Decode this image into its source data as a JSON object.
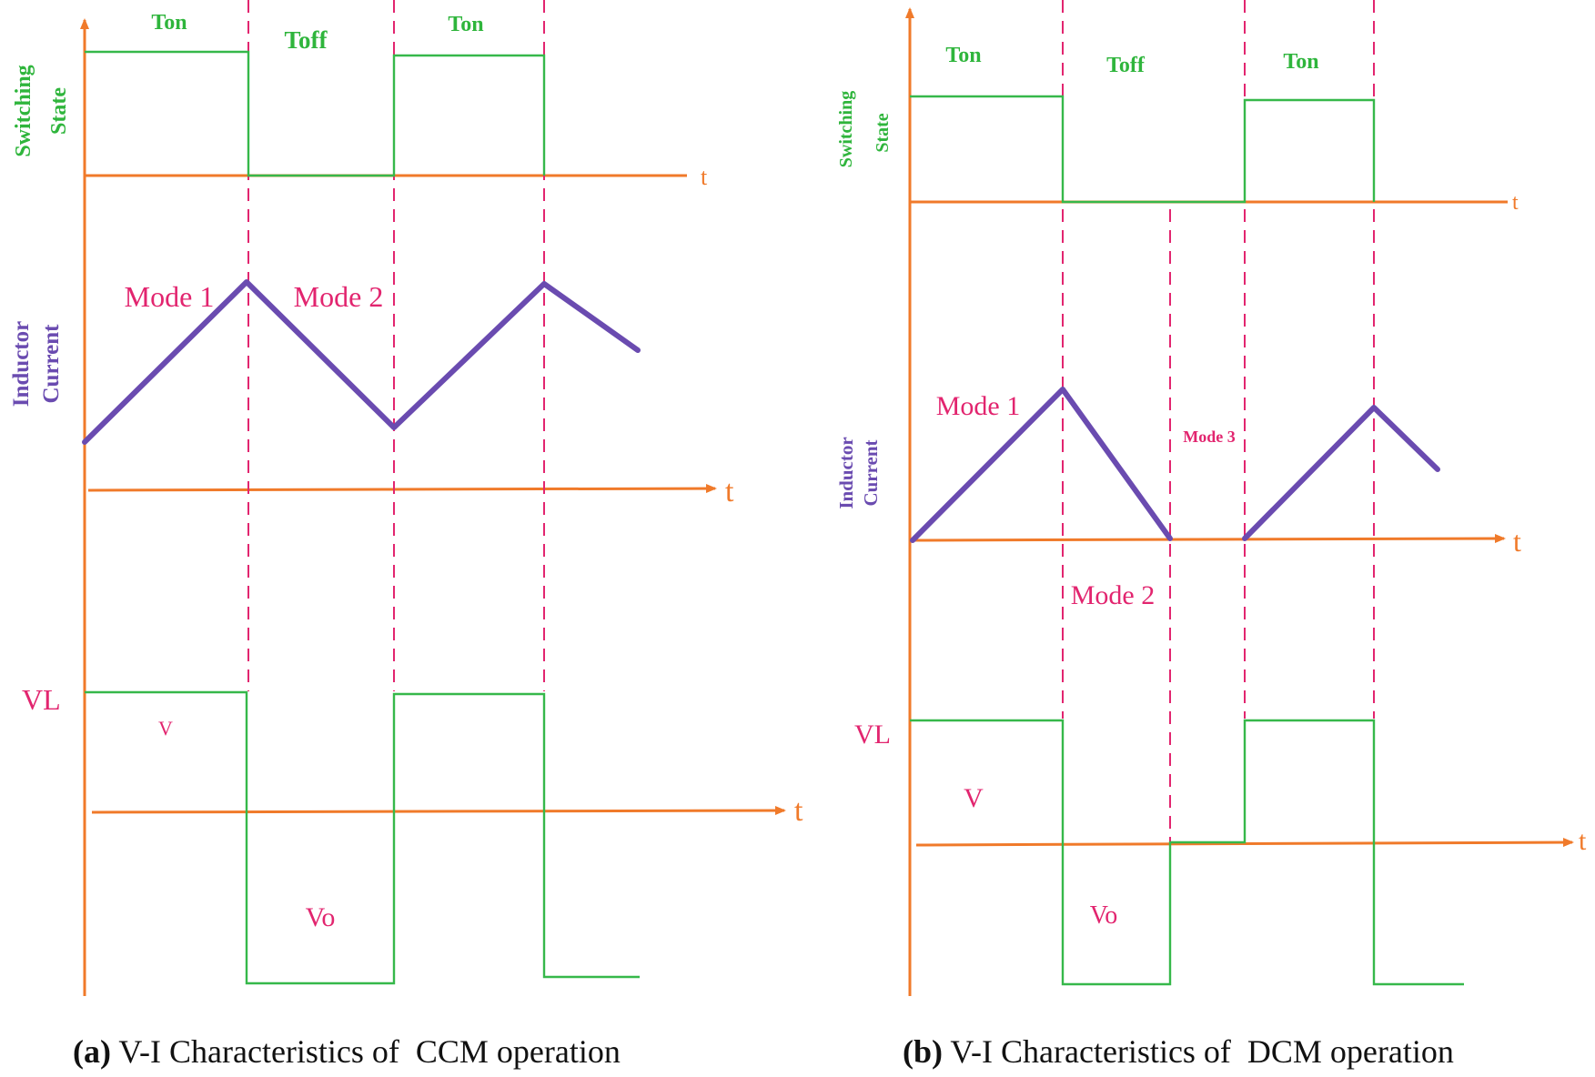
{
  "colors": {
    "switching": "#36b84a",
    "axis": "#f07a2a",
    "guides": "#e2256f",
    "inductor": "#6a4bb0"
  },
  "panel_a": {
    "caption_tag": "(a)",
    "caption_text": " V-I Characteristics of  CCM operation",
    "switching_label_1": "Switching",
    "switching_label_2": "State",
    "current_label_1": "Inductor",
    "current_label_2": "Current",
    "ton_1": "Ton",
    "toff": "Toff",
    "ton_2": "Ton",
    "mode_1": "Mode 1",
    "mode_2": "Mode 2",
    "vl": "VL",
    "v": "V",
    "vo": "Vo",
    "t_1": "t",
    "t_2": "t",
    "t_3": "t"
  },
  "panel_b": {
    "caption_tag": "(b)",
    "caption_text": " V-I Characteristics of  DCM operation",
    "switching_label_1": "Switching",
    "switching_label_2": "State",
    "current_label_1": "Inductor",
    "current_label_2": "Current",
    "ton_1": "Ton",
    "toff": "Toff",
    "ton_2": "Ton",
    "mode_1": "Mode 1",
    "mode_2": "Mode 2",
    "mode_3": "Mode 3",
    "vl": "VL",
    "v": "V",
    "vo": "Vo",
    "t_1": "t",
    "t_2": "t",
    "t_3": "t"
  }
}
